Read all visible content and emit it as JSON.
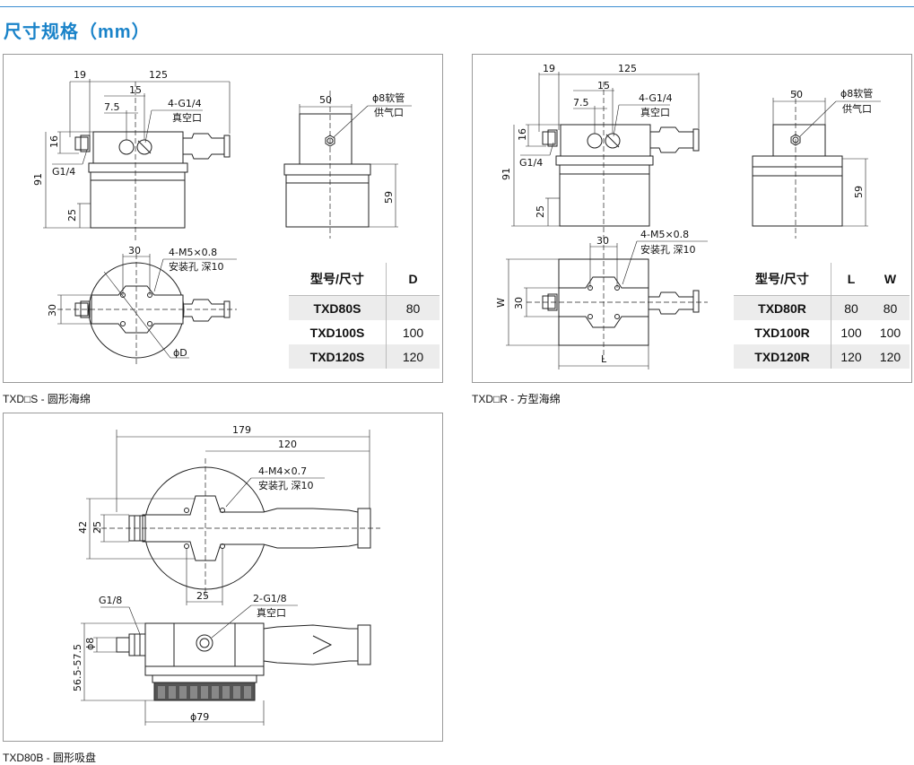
{
  "section_title": "尺寸规格（mm）",
  "panel_round": {
    "caption": "TXD□S - 圆形海绵",
    "dims": {
      "d125": "125",
      "d19": "19",
      "d15": "15",
      "d7_5": "7.5",
      "vac_port": "4-G1/4",
      "vac_label": "真空口",
      "d16": "16",
      "g14": "G1/4",
      "d91": "91",
      "d25": "25",
      "d50": "50",
      "air_tube": "ϕ8软管",
      "air_label": "供气口",
      "d59": "59",
      "d30": "30",
      "mount": "4-M5×0.8",
      "mount_label": "安装孔 深10",
      "d30v": "30",
      "phiD": "ϕD"
    },
    "table": {
      "headers": [
        "型号/尺寸",
        "D"
      ],
      "rows": [
        [
          "TXD80S",
          "80"
        ],
        [
          "TXD100S",
          "100"
        ],
        [
          "TXD120S",
          "120"
        ]
      ]
    }
  },
  "panel_square": {
    "caption": "TXD□R - 方型海绵",
    "dims": {
      "d125": "125",
      "d19": "19",
      "d15": "15",
      "d7_5": "7.5",
      "vac_port": "4-G1/4",
      "vac_label": "真空口",
      "d16": "16",
      "g14": "G1/4",
      "d91": "91",
      "d25": "25",
      "d50": "50",
      "air_tube": "ϕ8软管",
      "air_label": "供气口",
      "d59": "59",
      "d30": "30",
      "mount": "4-M5×0.8",
      "mount_label": "安装孔 深10",
      "d30v": "30",
      "W": "W",
      "L": "L"
    },
    "table": {
      "headers": [
        "型号/尺寸",
        "L",
        "W"
      ],
      "rows": [
        [
          "TXD80R",
          "80",
          "80"
        ],
        [
          "TXD100R",
          "100",
          "100"
        ],
        [
          "TXD120R",
          "120",
          "120"
        ]
      ]
    }
  },
  "panel_cup": {
    "caption": "TXD80B - 圆形吸盘",
    "dims": {
      "d179": "179",
      "d120": "120",
      "mount": "4-M4×0.7",
      "mount_label": "安装孔 深10",
      "d42": "42",
      "d25v": "25",
      "d25": "25",
      "g18": "G1/8",
      "vac_port": "2-G1/8",
      "vac_label": "真空口",
      "phi8": "ϕ8",
      "height": "56.5-57.5",
      "phi79": "ϕ79"
    }
  }
}
